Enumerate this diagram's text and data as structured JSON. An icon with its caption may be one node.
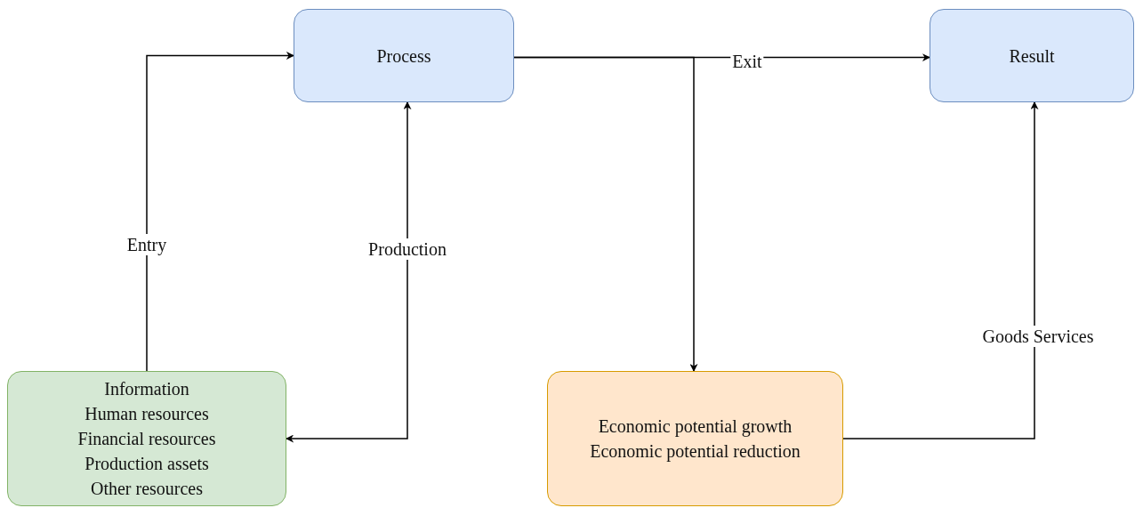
{
  "diagram": {
    "nodes": [
      {
        "text": [
          "Process"
        ]
      },
      {
        "text": [
          "Result"
        ]
      },
      {
        "text": [
          "Information",
          "Human resources",
          "Financial resources",
          "Production assets",
          "Other resources"
        ]
      },
      {
        "text": [
          "Economic potential growth",
          "Economic potential reduction"
        ]
      }
    ],
    "edges": [
      {
        "from": 2,
        "to": 0,
        "arrow": "to",
        "label": "Entry"
      },
      {
        "from": 0,
        "to": 2,
        "arrow": "both",
        "label": "Production"
      },
      {
        "from": 0,
        "to": 1,
        "arrow": "to",
        "label": "Exit"
      },
      {
        "from": 0,
        "to": 3,
        "arrow": "to"
      },
      {
        "from": 3,
        "to": 1,
        "arrow": "to",
        "label": "Goods Services"
      }
    ]
  }
}
